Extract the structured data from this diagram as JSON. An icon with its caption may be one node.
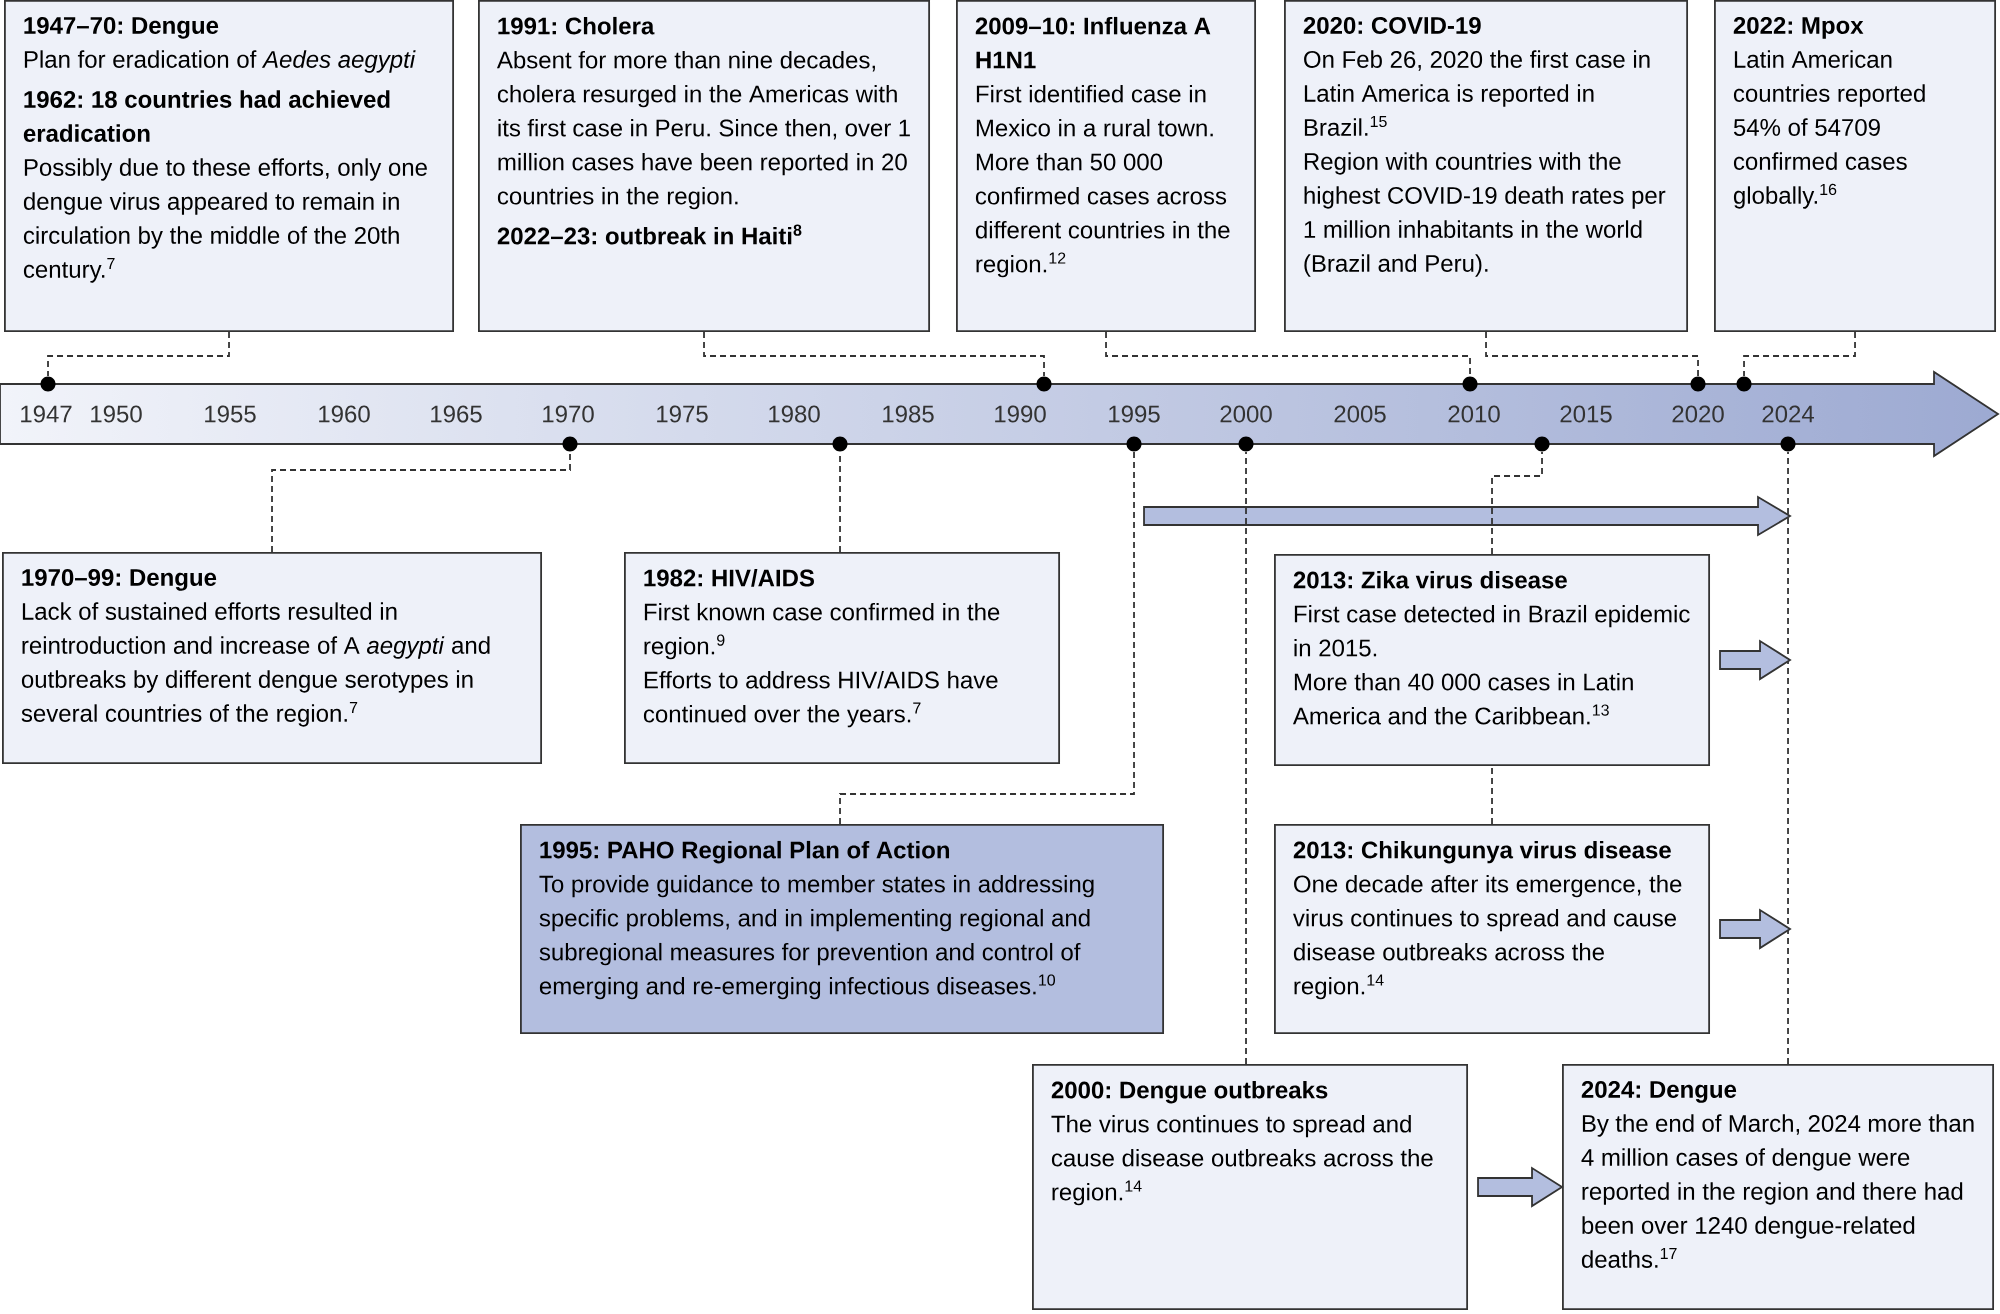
{
  "diagram": {
    "nodes": [
      {
        "text": [
          "1947–70: Dengue",
          "Plan for eradication of *Aedes aegypti*",
          "1962: 18 countries had achieved eradication",
          "Possibly due to these efforts, only one dengue virus appeared to remain in circulation by the middle of the 20th century.$^{7}$"
        ]
      },
      {
        "text": [
          "1991: Cholera",
          "Absent for more than nine decades, cholera resurged in the Americas with its first case in Peru. Since then, over 1 million cases have been reported in 20 countries in the region.",
          "2022–23: outbreak in Haiti$^{8}$"
        ]
      },
      {
        "text": [
          "2009–10: Influenza A H1N1",
          "First identified case in Mexico in a rural town. More than 50 000 confirmed cases across different countries in the region.$^{12}$"
        ]
      },
      {
        "text": [
          "2020: COVID-19",
          "On Feb 26, 2020 the first case in Latin America is reported in Brazil.$^{15}$",
          "Region with countries with the highest COVID-19 death rates per 1 million inhabitants in the world (Brazil and Peru)."
        ]
      },
      {
        "text": [
          "2022: Mpox",
          "Latin American countries reported 54% of 54709 confirmed cases globally.$^{16}$"
        ]
      },
      {
        "text": [
          "1970–99: Dengue",
          "Lack of sustained efforts resulted in reintroduction and increase of A *aegypti* and outbreaks by different dengue serotypes in several countries of the region.$^{7}$"
        ]
      },
      {
        "text": [
          "1982: HIV/AIDS",
          "First known case confirmed in the region.$^{9}$",
          "Efforts to address HIV/AIDS have continued over the years.$^{7}$"
        ]
      },
      {
        "text": [
          "1995: PAHO Regional Plan of Action",
          "To provide guidance to member states in addressing specific problems, and in implementing regional and subregional measures for prevention and control of emerging and re-emerging infectious diseases.$^{10}$"
        ]
      },
      {
        "text": [
          "2013: Zika virus disease",
          "First case detected in Brazil epidemic in 2015.",
          "More than 40 000 cases in Latin America and the Caribbean.$^{13}$"
        ]
      },
      {
        "text": [
          "2013: Chikungunya virus disease",
          "One decade after its emergence, the virus continues to spread and cause disease outbreaks across the region.$^{14}$"
        ]
      },
      {
        "text": [
          "2000: Dengue outbreaks",
          "The virus continues to spread and cause disease outbreaks across the region.$^{14}$"
        ]
      },
      {
        "text": [
          "2024: Dengue",
          "By the end of March, 2024 more than 4 million cases of dengue were reported in the region and there had been over 1240 dengue-related deaths.$^{17}$"
        ]
      },
      {
        "text": [],
        "shape": "circle"
      },
      {
        "text": [],
        "shape": "circle"
      },
      {
        "text": [],
        "shape": "circle"
      },
      {
        "text": [],
        "shape": "circle"
      },
      {
        "text": [],
        "shape": "circle"
      },
      {
        "text": [],
        "shape": "circle"
      },
      {
        "text": [],
        "shape": "circle"
      },
      {
        "text": [],
        "shape": "circle"
      },
      {
        "text": [],
        "shape": "circle"
      },
      {
        "text": [],
        "shape": "circle"
      },
      {
        "text": [],
        "shape": "circle"
      }
    ],
    "edges": [
      {
        "from": 0,
        "to": 12,
        "arrow": "none",
        "style": "dashed"
      },
      {
        "from": 1,
        "to": 15,
        "arrow": "none",
        "style": "dashed"
      },
      {
        "from": 2,
        "to": 18,
        "arrow": "none",
        "style": "dashed"
      },
      {
        "from": 3,
        "to": 20,
        "arrow": "none",
        "style": "dashed"
      },
      {
        "from": 4,
        "to": 21,
        "arrow": "none",
        "style": "dashed"
      },
      {
        "from": 5,
        "to": 13,
        "arrow": "none",
        "style": "dashed"
      },
      {
        "from": 6,
        "to": 14,
        "arrow": "none",
        "style": "dashed"
      },
      {
        "from": 7,
        "to": 16,
        "arrow": "none",
        "style": "dashed"
      },
      {
        "from": 8,
        "to": 19,
        "arrow": "none",
        "style": "dashed"
      },
      {
        "from": 9,
        "to": 8,
        "arrow": "none",
        "style": "dashed"
      },
      {
        "from": 10,
        "to": 17,
        "arrow": "none",
        "style": "dashed"
      },
      {
        "from": 11,
        "to": 22,
        "arrow": "none",
        "style": "dashed"
      },
      {
        "from": 8,
        "to": null,
        "arrow": "to",
        "style": "thick"
      },
      {
        "from": 9,
        "to": null,
        "arrow": "to",
        "style": "thick"
      },
      {
        "from": 10,
        "to": 11,
        "arrow": "to",
        "style": "thick"
      }
    ],
    "labels": [
      "1947",
      "1950",
      "1955",
      "1960",
      "1965",
      "1970",
      "1975",
      "1980",
      "1985",
      "1990",
      "1995",
      "2000",
      "2005",
      "2010",
      "2015",
      "2020",
      "2024"
    ]
  }
}
